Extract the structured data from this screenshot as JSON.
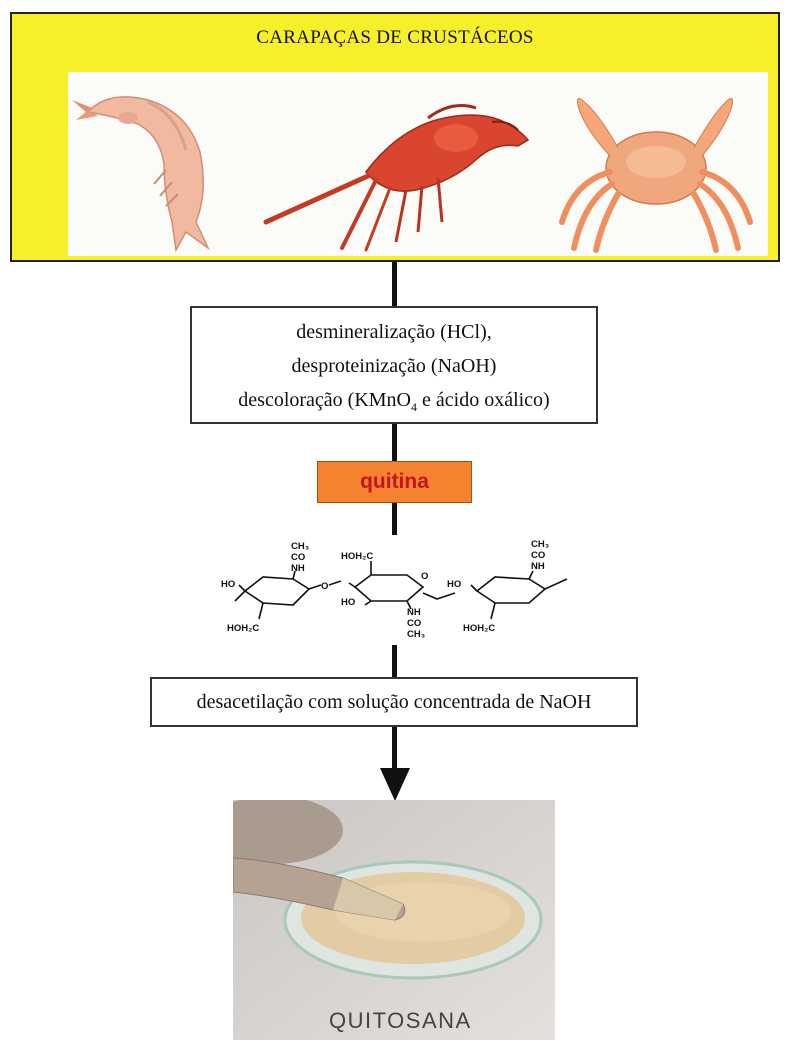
{
  "top": {
    "title": "CARAPAÇAS DE CRUSTÁCEOS",
    "photos": [
      "shrimp-photo",
      "lobster-photo",
      "crab-photo"
    ]
  },
  "step1": {
    "line1": "desmineralização (HCl),",
    "line2": "desproteinização (NaOH)",
    "line3_pre": "descoloração (KMnO",
    "line3_sub": "4",
    "line3_post": " e ácido oxálico)"
  },
  "intermediate": {
    "label": "quitina"
  },
  "structure": {
    "ho_1": "HO",
    "hoh2c_1": "HOH₂C",
    "ch3_1": "CH₃",
    "co_1": "CO",
    "nh_1": "NH",
    "hoh2c_2": "HOH₂C",
    "ho_2": "HO",
    "nh_2": "NH",
    "co_2": "CO",
    "ch3_2": "CH₃",
    "ho_3": "HO",
    "hoh2c_3": "HOH₂C",
    "ch3_3": "CH₃",
    "co_3": "CO",
    "nh_3": "NH",
    "o_link": "O",
    "o_ring": "O"
  },
  "step2": {
    "label": "desacetilação com solução concentrada de NaOH"
  },
  "product": {
    "label": "QUITOSANA"
  },
  "colors": {
    "top_box": "#f6ef2a",
    "quitina_box": "#f5822e",
    "quitina_text": "#c4151c"
  }
}
